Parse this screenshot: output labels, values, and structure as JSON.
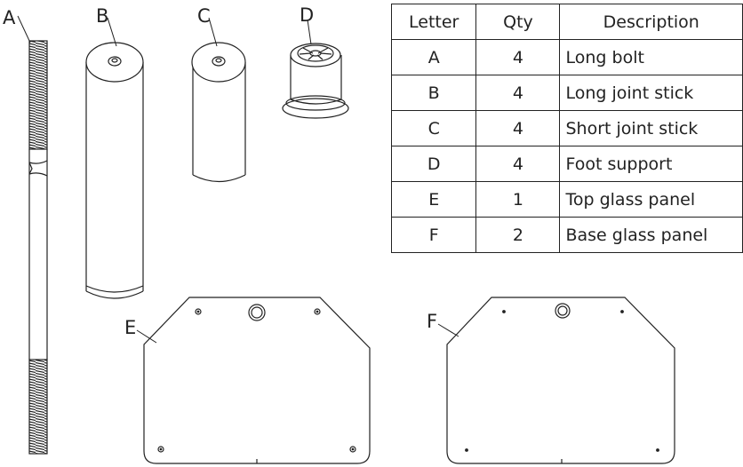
{
  "labels": {
    "a": "A",
    "b": "B",
    "c": "C",
    "d": "D",
    "e": "E",
    "f": "F"
  },
  "table": {
    "header": {
      "letter": "Letter",
      "qty": "Qty",
      "description": "Description"
    },
    "rows": [
      {
        "letter": "A",
        "qty": "4",
        "description": "Long bolt"
      },
      {
        "letter": "B",
        "qty": "4",
        "description": "Long joint stick"
      },
      {
        "letter": "C",
        "qty": "4",
        "description": "Short joint stick"
      },
      {
        "letter": "D",
        "qty": "4",
        "description": "Foot support"
      },
      {
        "letter": "E",
        "qty": "1",
        "description": "Top glass panel"
      },
      {
        "letter": "F",
        "qty": "2",
        "description": "Base glass panel"
      }
    ]
  },
  "colors": {
    "line": "#222222",
    "background": "#ffffff"
  }
}
